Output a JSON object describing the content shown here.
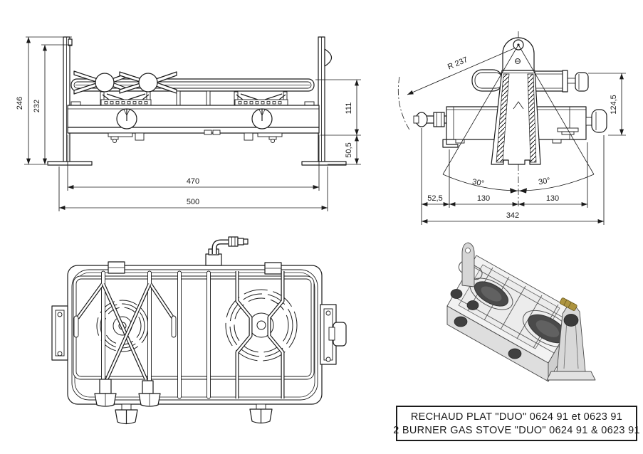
{
  "drawing": {
    "type": "technical-drawing",
    "colors": {
      "line": "#1b1b1b",
      "background": "#ffffff",
      "brass": "#ad9440",
      "metal_light": "#f2f2f2",
      "metal_dark": "#454545"
    }
  },
  "front_view": {
    "dim_height_outer": "246",
    "dim_height_inner": "232",
    "dim_body_height": "111",
    "dim_base_height": "50,5",
    "dim_width_inner": "470",
    "dim_width_outer": "500"
  },
  "side_view": {
    "dim_swing_radius": "R 237",
    "dim_height": "124,5",
    "dim_angle_left": "30°",
    "dim_angle_right": "30°",
    "dim_offset": "52,5",
    "dim_left_half": "130",
    "dim_right_half": "130",
    "dim_total": "342"
  },
  "title_block": {
    "line_fr": "RECHAUD PLAT \"DUO\" 0624 91 et 0623 91",
    "line_en": "2 BURNER GAS STOVE \"DUO\" 0624 91 & 0623 91"
  }
}
